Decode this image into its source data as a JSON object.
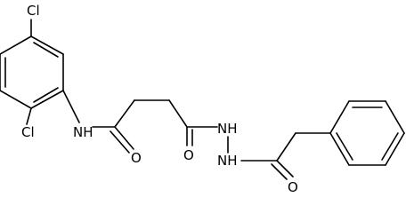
{
  "labels": {
    "cl_top": "Cl",
    "cl_left": "Cl",
    "nh_amide": "NH",
    "o_amide": "O",
    "o_hydrazide1": "O",
    "nh_hydrazide1": "NH",
    "nh_hydrazide2": "NH",
    "o_hydrazide2": "O"
  }
}
